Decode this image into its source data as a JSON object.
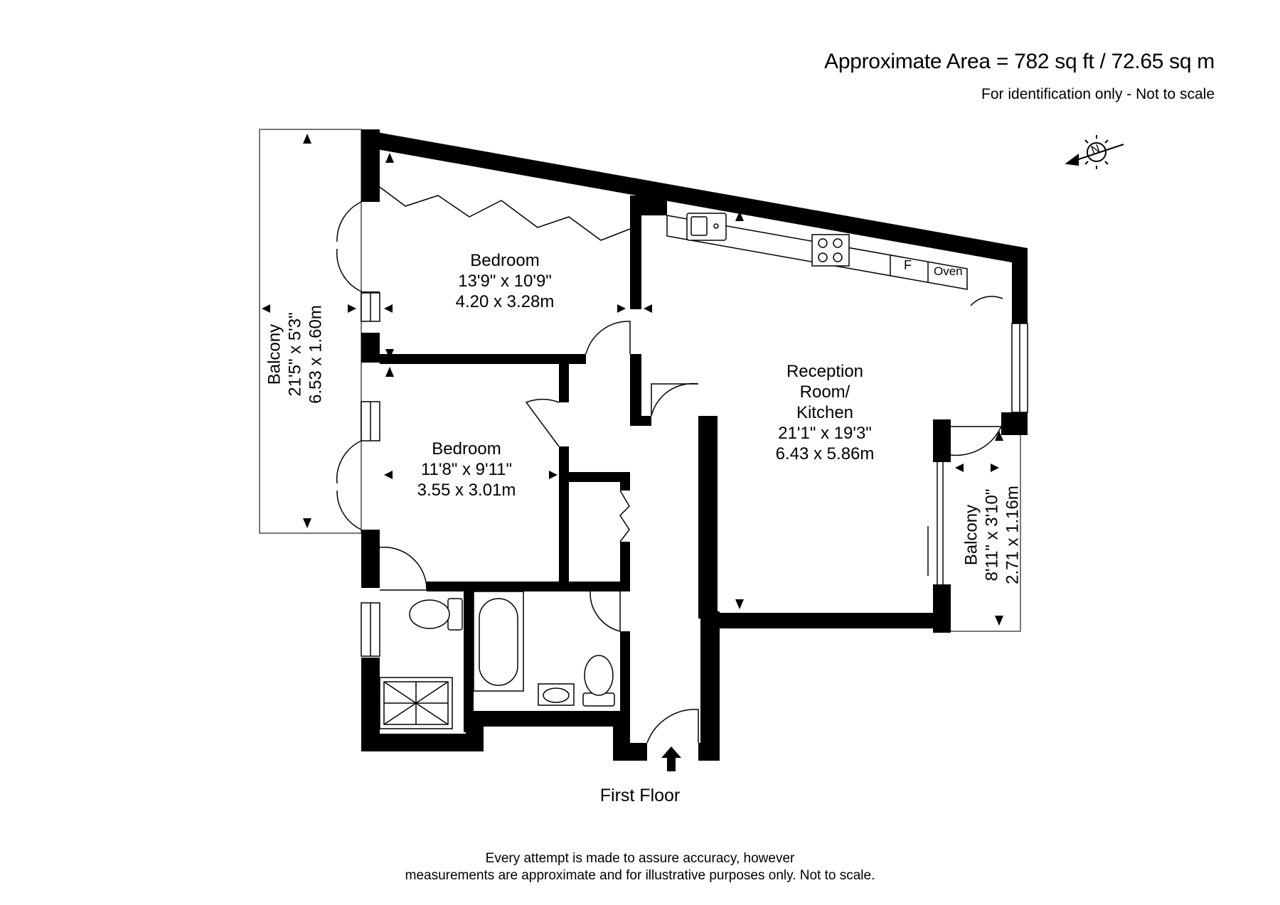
{
  "header": {
    "area": "Approximate Area = 782 sq ft / 72.65 sq m",
    "note": "For identification only - Not to scale"
  },
  "compass": {
    "letter": "N",
    "icon": "north-compass-icon"
  },
  "rooms": {
    "bedroom_1": {
      "name": "Bedroom",
      "imperial": "13'9\" x 10'9\"",
      "metric": "4.20 x 3.28m"
    },
    "bedroom_2": {
      "name": "Bedroom",
      "imperial": "11'8\" x 9'11\"",
      "metric": "3.55 x 3.01m"
    },
    "reception": {
      "name_lines": [
        "Reception",
        "Room/",
        "Kitchen"
      ],
      "imperial": "21'1\" x 19'3\"",
      "metric": "6.43 x 5.86m"
    },
    "balcony_1": {
      "name": "Balcony",
      "imperial": "21'5\" x 5'3\"",
      "metric": "6.53 x 1.60m"
    },
    "balcony_2": {
      "name": "Balcony",
      "imperial": "8'11\" x 3'10\"",
      "metric": "2.71 x 1.16m"
    }
  },
  "appliances": {
    "fridge": "F",
    "oven": "Oven"
  },
  "floor_name": "First Floor",
  "disclaimer": {
    "line1": "Every attempt is made to assure accuracy, however",
    "line2": "measurements are approximate and for illustrative purposes only. Not to scale."
  }
}
